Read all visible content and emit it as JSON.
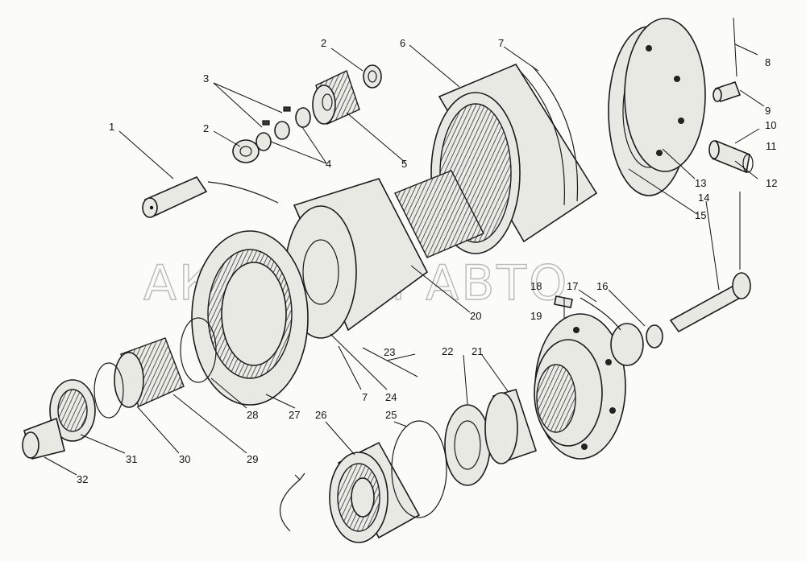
{
  "watermark": "АКВИЛОН АВТО",
  "callouts": {
    "n1": "1",
    "n2a": "2",
    "n2b": "2",
    "n3": "3",
    "n4": "4",
    "n5": "5",
    "n6": "6",
    "n7a": "7",
    "n7b": "7",
    "n8": "8",
    "n9": "9",
    "n10": "10",
    "n11": "11",
    "n12": "12",
    "n13": "13",
    "n14": "14",
    "n15": "15",
    "n16": "16",
    "n17": "17",
    "n18": "18",
    "n19": "19",
    "n20": "20",
    "n21": "21",
    "n22": "22",
    "n23": "23",
    "n24": "24",
    "n25": "25",
    "n26": "26",
    "n27": "27",
    "n28": "28",
    "n29": "29",
    "n30": "30",
    "n31": "31",
    "n32": "32"
  }
}
